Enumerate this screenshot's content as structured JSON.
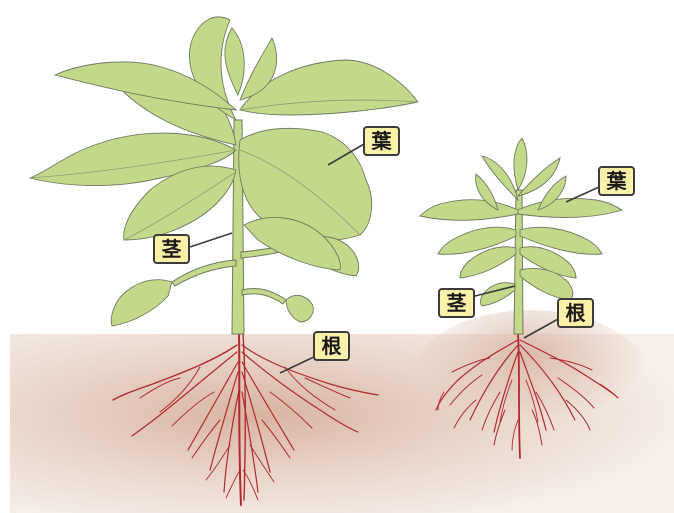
{
  "labels": {
    "left_leaf": "葉",
    "left_stem": "茎",
    "left_root": "根",
    "right_leaf": "葉",
    "right_stem": "茎",
    "right_root": "根"
  },
  "colors": {
    "soil": "#e2c9bb",
    "leaf": "#c3d98a",
    "outline": "#6f7a60",
    "root": "#b22a2e",
    "label_fill": "#fbf1a8"
  }
}
